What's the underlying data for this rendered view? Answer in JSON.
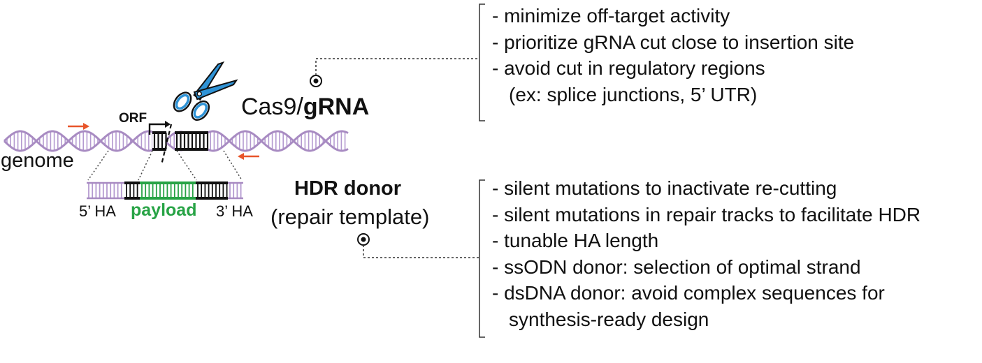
{
  "labels": {
    "orf": "ORF",
    "genome": "genome",
    "five_ha": "5’ HA",
    "payload": "payload",
    "three_ha": "3’ HA",
    "cas9_prefix": "Cas9/",
    "cas9_grna": "gRNA",
    "hdr_donor": "HDR donor",
    "repair_template": "(repair template)"
  },
  "grna_notes": [
    "- minimize off-target activity",
    "- prioritize gRNA cut close to insertion site",
    "- avoid cut in regulatory regions",
    "(ex: splice junctions, 5’ UTR)"
  ],
  "donor_notes": [
    "- silent mutations to inactivate re-cutting",
    "- silent mutations in repair tracks to facilitate HDR",
    "- tunable HA length",
    "- ssODN donor: selection of optimal strand",
    "- dsDNA donor: avoid complex sequences for",
    "synthesis-ready design"
  ],
  "colors": {
    "dna_strand": "#a88bc2",
    "dna_rung": "#b49ad0",
    "target_region": "#111111",
    "payload": "#27a345",
    "primer_arrow": "#e8552a",
    "scissors": "#2f93d6"
  },
  "icons": [
    "scissors-icon",
    "primer-arrow-icon",
    "tss-arrow-icon",
    "target-marker-icon",
    "bracket-icon"
  ]
}
